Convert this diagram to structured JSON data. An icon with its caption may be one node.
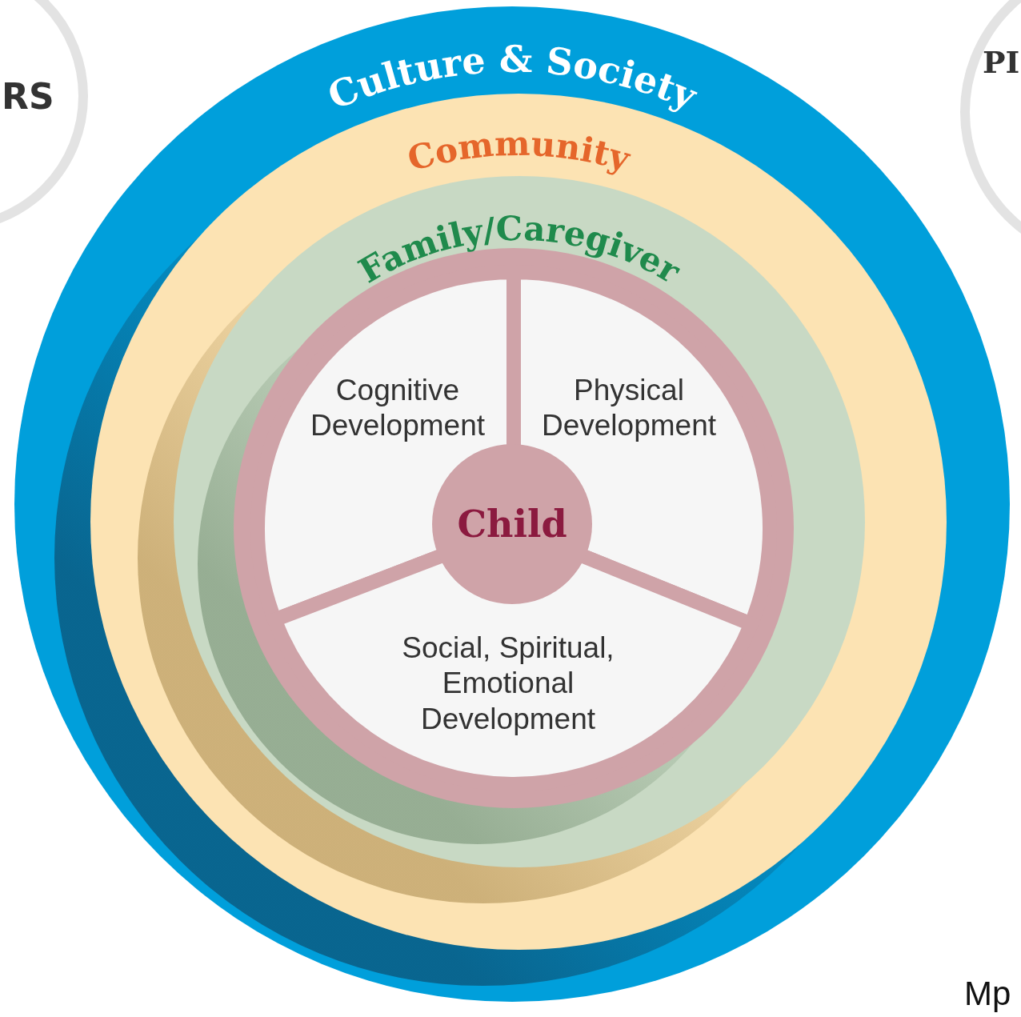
{
  "diagram": {
    "nodes": [
      {
        "text": [
          "RS"
        ]
      },
      {
        "text": [
          "PI"
        ]
      },
      {
        "text": [
          "Culture & Society"
        ]
      },
      {
        "text": [
          "Community"
        ],
        "in": 2
      },
      {
        "text": [
          "Family/Caregiver"
        ],
        "in": 3
      },
      {
        "text": [
          "Cognitive Development"
        ],
        "in": 4
      },
      {
        "text": [
          "Physical Development"
        ],
        "in": 4
      },
      {
        "text": [
          "Social, Spiritual, Emotional Development"
        ],
        "in": 4
      },
      {
        "text": [
          "Child"
        ],
        "in": 4
      }
    ],
    "labels": [
      "Mp"
    ]
  }
}
